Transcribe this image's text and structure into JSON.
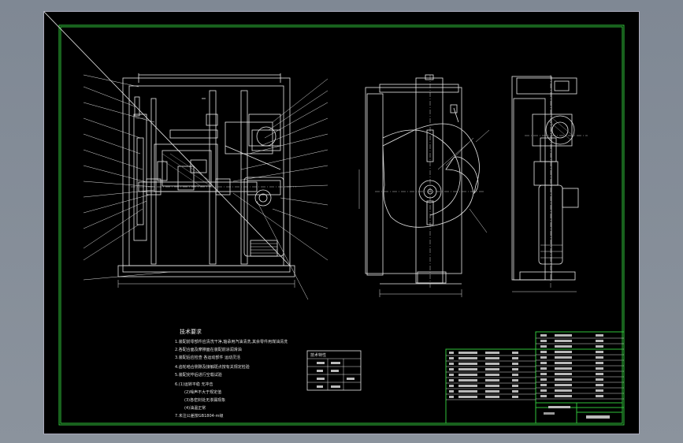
{
  "drawing": {
    "tech_requirements": {
      "heading": "技术要求",
      "lines": [
        "1.装配前零部件应清洗干净,轴承用汽油清洗,其余零件用煤油清洗",
        "2.各配合面及摩擦面在装配前涂润滑油",
        "3.装配后应检查 各运动部件 运动灵活",
        "4.齿轮啮合侧隙及接触斑点按有关规定检验",
        "5.装配完毕后进行空载试验",
        "6.(1)运转平稳 无冲击",
        "(2)噪声不大于规定值",
        "(3)各密封处无渗漏现象",
        "(4)油温正常",
        "7.未注公差按GB1804-m级"
      ]
    },
    "spec_table": {
      "title": "技术特性"
    }
  },
  "colors": {
    "frame": "#31c23a",
    "lines": "#e8e8e8",
    "background": "#000000",
    "desktop": "#858d98"
  }
}
